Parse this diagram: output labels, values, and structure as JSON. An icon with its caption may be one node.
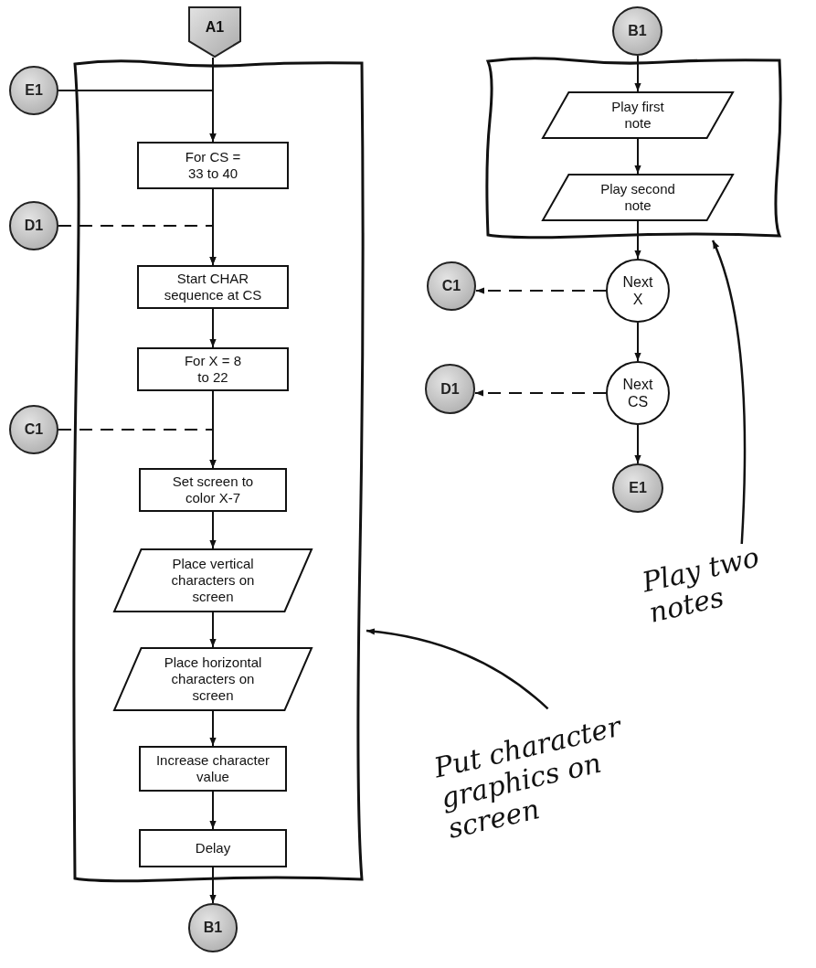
{
  "diagram": {
    "nodes": [
      {
        "text": [
          "A1"
        ]
      },
      {
        "text": [],
        "shape": "box"
      },
      {
        "text": [
          "E1"
        ]
      },
      {
        "text": [
          "For CS = 33 to 40"
        ],
        "in": 1
      },
      {
        "text": [
          "D1"
        ]
      },
      {
        "text": [
          "Start CHAR sequence at CS"
        ],
        "in": 1
      },
      {
        "text": [
          "For X = 8 to 22"
        ],
        "in": 1
      },
      {
        "text": [
          "C1"
        ]
      },
      {
        "text": [
          "Set screen to color X-7"
        ],
        "in": 1
      },
      {
        "text": [
          "Place vertical characters on screen"
        ],
        "in": 1
      },
      {
        "text": [
          "Place horizontal characters on screen"
        ],
        "in": 1
      },
      {
        "text": [
          "Increase character value"
        ],
        "in": 1
      },
      {
        "text": [
          "Delay"
        ],
        "in": 1
      },
      {
        "text": [
          "B1"
        ]
      },
      {
        "text": [
          "B1"
        ]
      },
      {
        "text": [],
        "shape": "box"
      },
      {
        "text": [
          "Play first note"
        ],
        "in": 15
      },
      {
        "text": [
          "Play second note"
        ],
        "in": 15
      },
      {
        "text": [
          "C1"
        ]
      },
      {
        "text": [
          "Next X"
        ]
      },
      {
        "text": [
          "D1"
        ]
      },
      {
        "text": [
          "Next CS"
        ]
      },
      {
        "text": [
          "E1"
        ]
      },
      {
        "text": [
          "Play two notes"
        ]
      },
      {
        "text": [
          "Put character graphics on screen"
        ]
      }
    ],
    "edges": [
      {
        "from": 0,
        "to": 3,
        "arrow": "to"
      },
      {
        "from": 2,
        "to": 3,
        "arrow": "to"
      },
      {
        "from": 3,
        "to": 5,
        "arrow": "to"
      },
      {
        "from": 4,
        "to": 5,
        "arrow": "to",
        "style": "dashed"
      },
      {
        "from": 5,
        "to": 6,
        "arrow": "to"
      },
      {
        "from": 6,
        "to": 8,
        "arrow": "to"
      },
      {
        "from": 7,
        "to": 8,
        "arrow": "to",
        "style": "dashed"
      },
      {
        "from": 8,
        "to": 9,
        "arrow": "to"
      },
      {
        "from": 9,
        "to": 10,
        "arrow": "to"
      },
      {
        "from": 10,
        "to": 11,
        "arrow": "to"
      },
      {
        "from": 11,
        "to": 12,
        "arrow": "to"
      },
      {
        "from": 12,
        "to": 13,
        "arrow": "to"
      },
      {
        "from": 14,
        "to": 16,
        "arrow": "to"
      },
      {
        "from": 16,
        "to": 17,
        "arrow": "to"
      },
      {
        "from": 17,
        "to": 19,
        "arrow": "to"
      },
      {
        "from": 19,
        "to": 18,
        "arrow": "to",
        "style": "dashed"
      },
      {
        "from": 19,
        "to": 21,
        "arrow": "to"
      },
      {
        "from": 21,
        "to": 20,
        "arrow": "to",
        "style": "dashed"
      },
      {
        "from": 21,
        "to": 22,
        "arrow": "to"
      },
      {
        "from": 23,
        "to": 15,
        "arrow": "to"
      },
      {
        "from": 24,
        "to": 1,
        "arrow": "to"
      }
    ]
  }
}
